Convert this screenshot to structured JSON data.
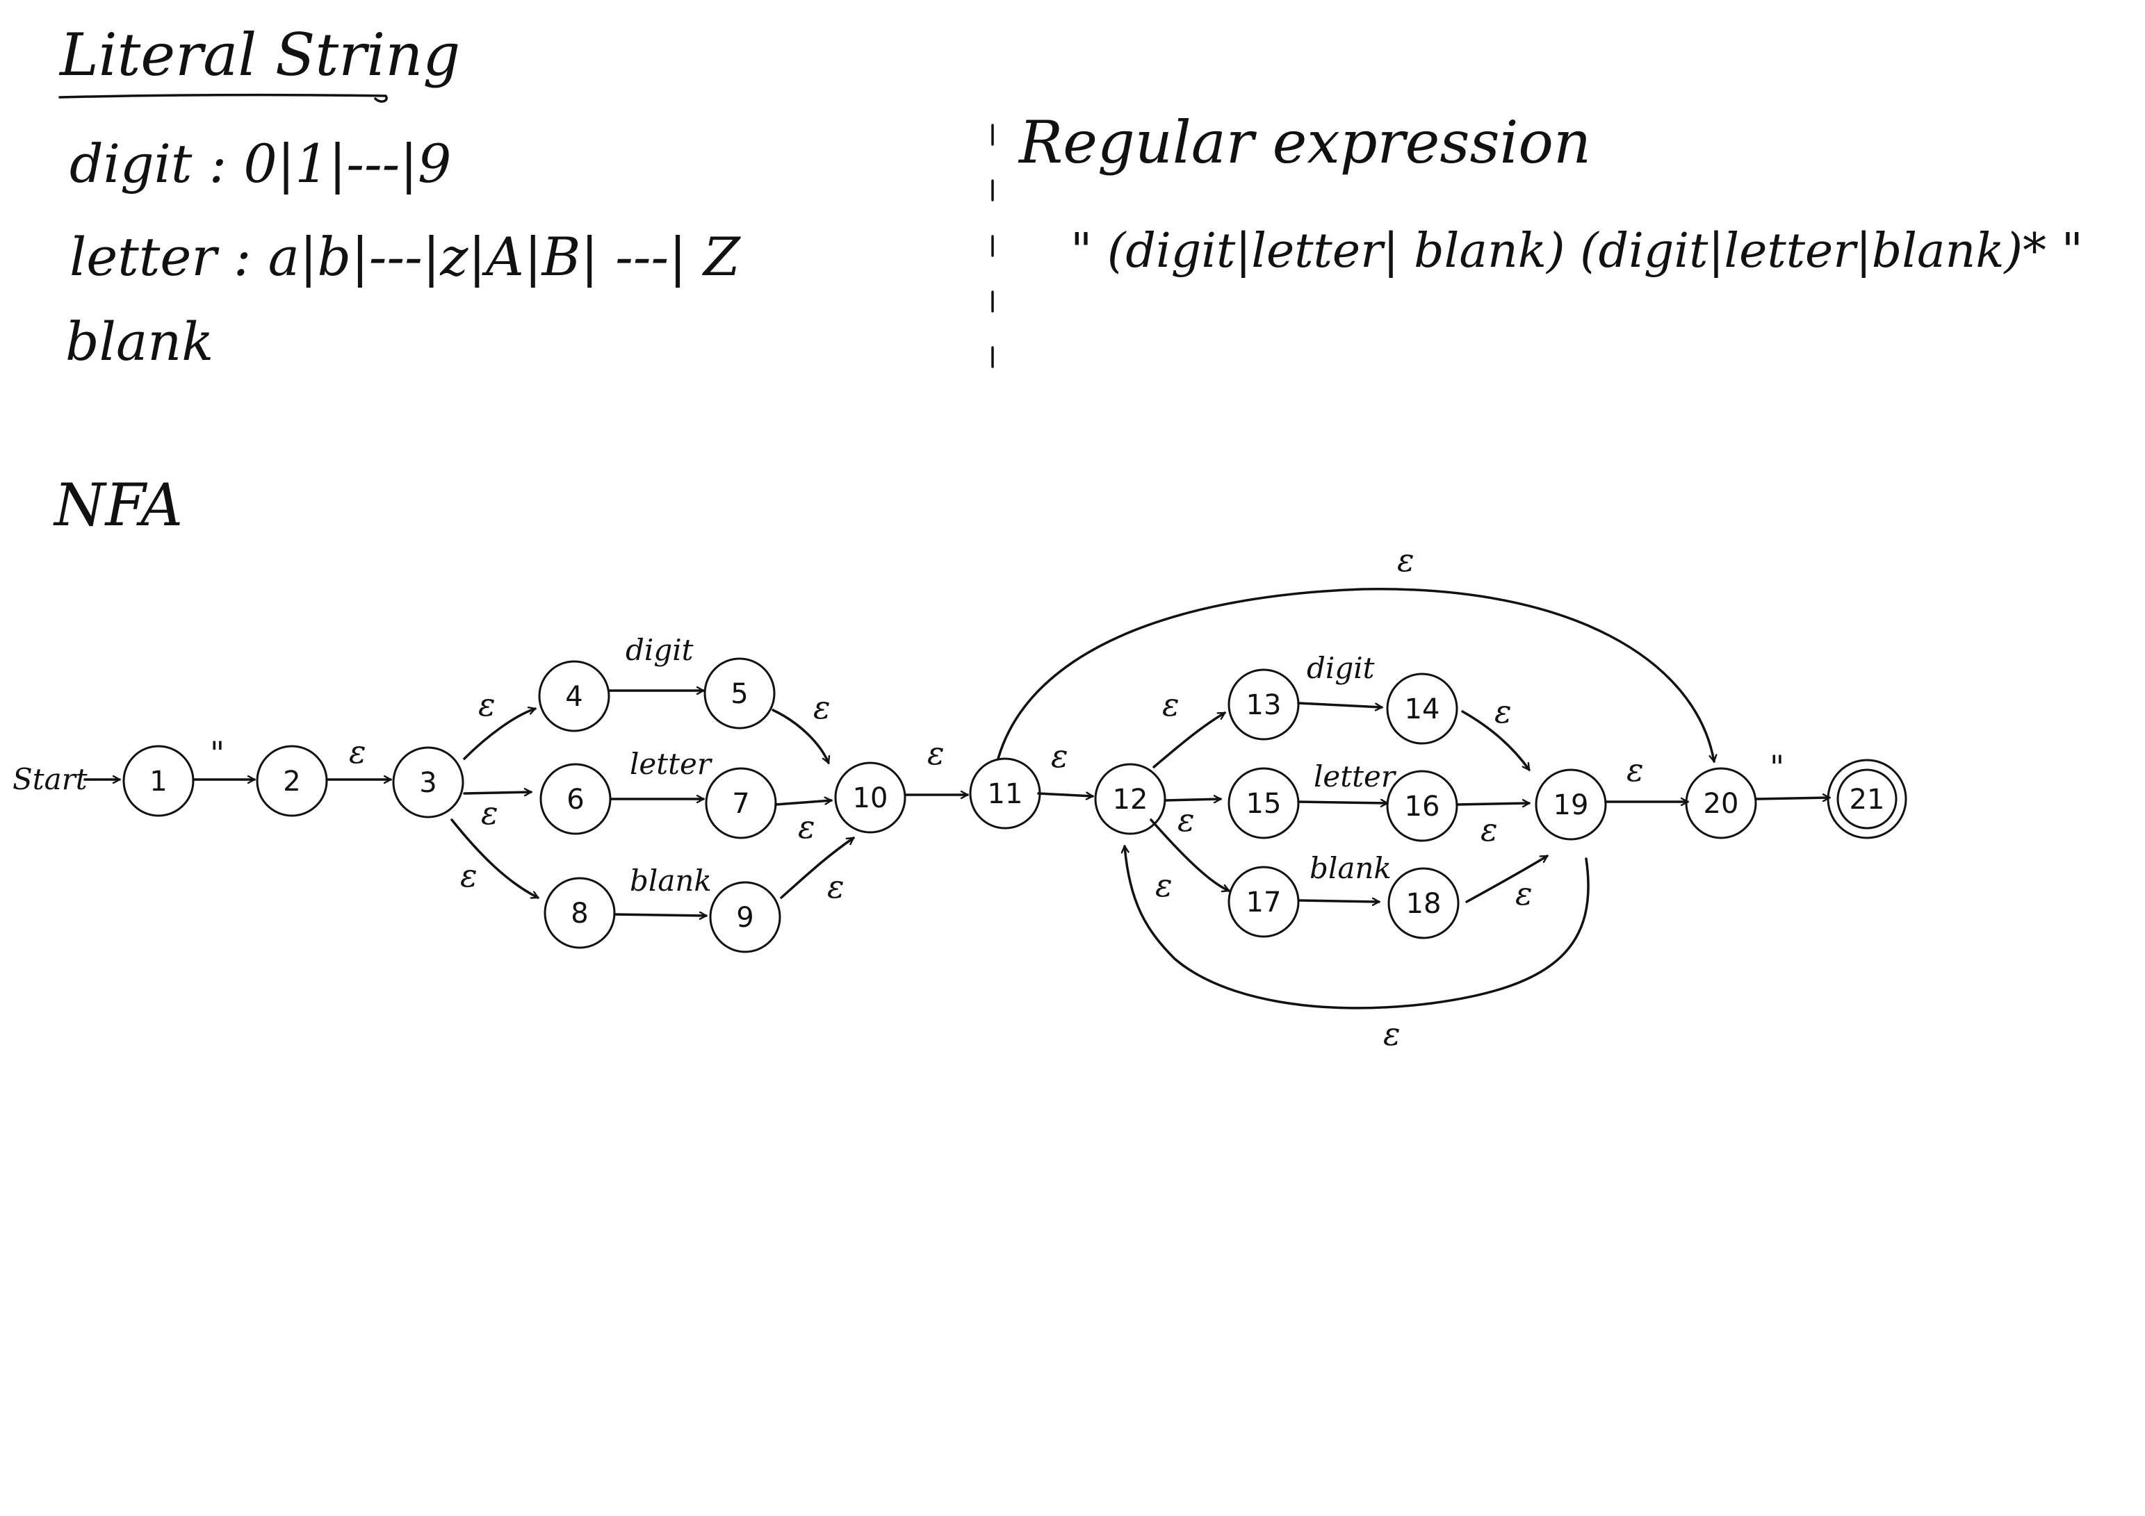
{
  "literal_title": "Literal String",
  "definitions": [
    {
      "text": "digit : 0|1|---|9"
    },
    {
      "text": "letter : a|b|---|z|A|B| ---| Z"
    },
    {
      "text": "blank"
    }
  ],
  "regex_title": "Regular expression",
  "regex": "\" (digit|letter| blank) (digit|letter|blank)* \"",
  "nfa_title": "NFA",
  "start_label": "Start",
  "states": [
    "1",
    "2",
    "3",
    "4",
    "5",
    "6",
    "7",
    "8",
    "9",
    "10",
    "11",
    "12",
    "13",
    "14",
    "15",
    "16",
    "17",
    "18",
    "19",
    "20",
    "21"
  ],
  "accepting_state": "21",
  "transitions": [
    {
      "from": "1",
      "to": "2",
      "label": "\""
    },
    {
      "from": "2",
      "to": "3",
      "label": "ε"
    },
    {
      "from": "3",
      "to": "4",
      "label": "ε"
    },
    {
      "from": "3",
      "to": "6",
      "label": "ε"
    },
    {
      "from": "3",
      "to": "8",
      "label": "ε"
    },
    {
      "from": "4",
      "to": "5",
      "label": "digit"
    },
    {
      "from": "6",
      "to": "7",
      "label": "letter"
    },
    {
      "from": "8",
      "to": "9",
      "label": "blank"
    },
    {
      "from": "5",
      "to": "10",
      "label": "ε"
    },
    {
      "from": "7",
      "to": "10",
      "label": "ε"
    },
    {
      "from": "9",
      "to": "10",
      "label": "ε"
    },
    {
      "from": "10",
      "to": "11",
      "label": "ε"
    },
    {
      "from": "11",
      "to": "12",
      "label": "ε"
    },
    {
      "from": "12",
      "to": "13",
      "label": "ε"
    },
    {
      "from": "12",
      "to": "15",
      "label": "ε"
    },
    {
      "from": "12",
      "to": "17",
      "label": "ε"
    },
    {
      "from": "13",
      "to": "14",
      "label": "digit"
    },
    {
      "from": "15",
      "to": "16",
      "label": "letter"
    },
    {
      "from": "17",
      "to": "18",
      "label": "blank"
    },
    {
      "from": "14",
      "to": "19",
      "label": "ε"
    },
    {
      "from": "16",
      "to": "19",
      "label": "ε"
    },
    {
      "from": "18",
      "to": "19",
      "label": "ε"
    },
    {
      "from": "19",
      "to": "20",
      "label": "ε"
    },
    {
      "from": "19",
      "to": "12",
      "label": "ε"
    },
    {
      "from": "11",
      "to": "20",
      "label": "ε"
    },
    {
      "from": "20",
      "to": "21",
      "label": "\""
    }
  ]
}
